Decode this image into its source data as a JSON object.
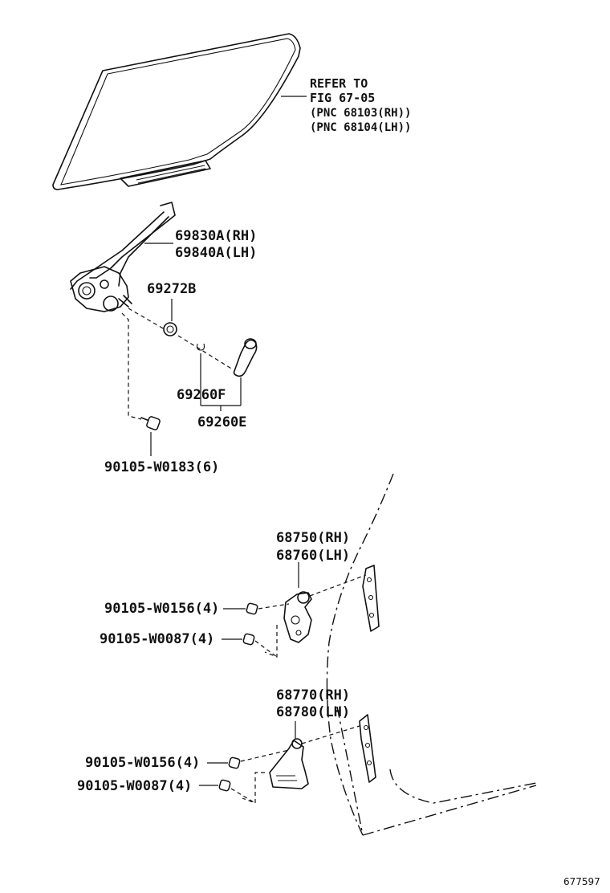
{
  "refer_note": {
    "line1": "REFER TO",
    "line2": "FIG 67-05",
    "line3": "(PNC 68103(RH))",
    "line4": "(PNC 68104(LH))"
  },
  "labels": {
    "regulator_rh": "69830A(RH)",
    "regulator_lh": "69840A(LH)",
    "knob": "69272B",
    "handle_f": "69260F",
    "handle_e": "69260E",
    "bolt_regulator": "90105-W0183(6)",
    "upper_hinge_rh": "68750(RH)",
    "upper_hinge_lh": "68760(LH)",
    "upper_bolt_a": "90105-W0156(4)",
    "upper_bolt_b": "90105-W0087(4)",
    "lower_hinge_rh": "68770(RH)",
    "lower_hinge_lh": "68780(LH)",
    "lower_bolt_a": "90105-W0156(4)",
    "lower_bolt_b": "90105-W0087(4)"
  },
  "figure_id": "677597"
}
